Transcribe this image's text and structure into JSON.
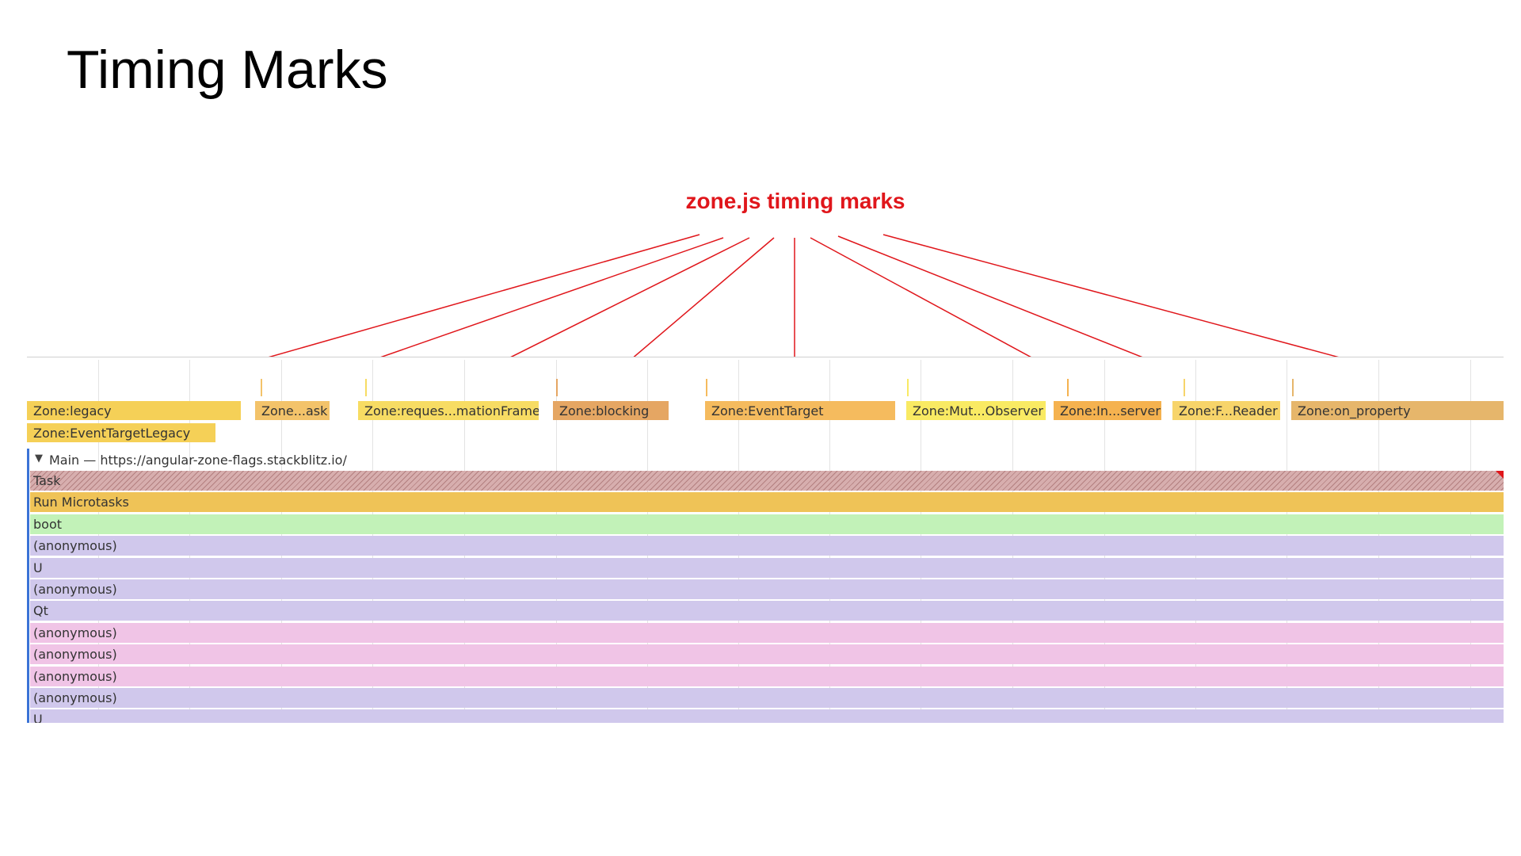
{
  "slide": {
    "title": "Timing Marks",
    "annotation": "zone.js timing marks",
    "annotation_color": "#e0161b"
  },
  "timing_marks": [
    {
      "label": "Zone:legacy",
      "color": "#f5d057"
    },
    {
      "label": "Zone:EventTargetLegacy",
      "color": "#f5d057"
    },
    {
      "label": "Zone...ask",
      "color": "#f3c36a"
    },
    {
      "label": "Zone:reques...mationFrame",
      "color": "#f7dc63"
    },
    {
      "label": "Zone:blocking",
      "color": "#e5a663"
    },
    {
      "label": "Zone:EventTarget",
      "color": "#f5bb5e"
    },
    {
      "label": "Zone:Mut...Observer",
      "color": "#f9ea63"
    },
    {
      "label": "Zone:In...server",
      "color": "#f5b24f"
    },
    {
      "label": "Zone:F...Reader",
      "color": "#f7d46a"
    },
    {
      "label": "Zone:on_property",
      "color": "#e6b66b"
    }
  ],
  "main_thread": {
    "toggle_glyph": "▼",
    "label": "Main — https://angular-zone-flags.stackblitz.io/"
  },
  "flame_rows": [
    {
      "label": "Task",
      "style": "task"
    },
    {
      "label": "Run Microtasks",
      "color": "#efc357"
    },
    {
      "label": "boot",
      "color": "#c2f2b8"
    },
    {
      "label": "(anonymous)",
      "color": "#d0c8ec"
    },
    {
      "label": "U",
      "color": "#d0c8ec"
    },
    {
      "label": "(anonymous)",
      "color": "#d0c8ec"
    },
    {
      "label": "Qt",
      "color": "#d0c8ec"
    },
    {
      "label": "(anonymous)",
      "color": "#f0c4e6"
    },
    {
      "label": "(anonymous)",
      "color": "#f0c4e6"
    },
    {
      "label": "(anonymous)",
      "color": "#f0c4e6"
    },
    {
      "label": "(anonymous)",
      "color": "#d0c8ec"
    },
    {
      "label": "U",
      "color": "#d0c8ec"
    }
  ]
}
